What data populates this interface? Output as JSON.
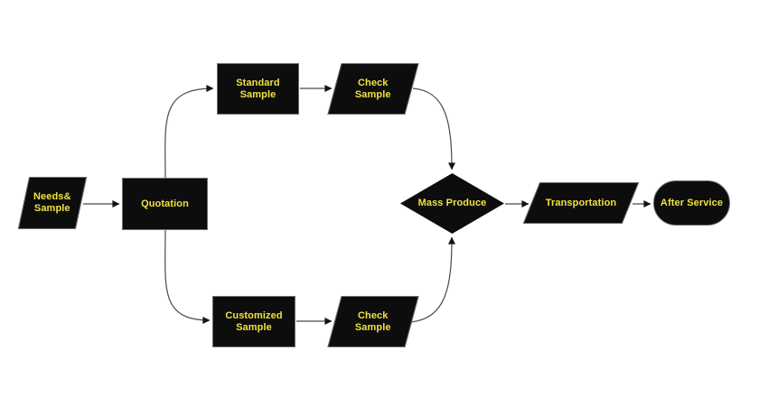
{
  "diagram": {
    "type": "flowchart",
    "colors": {
      "background": "#ffffff",
      "node_fill": "#0d0d0d",
      "node_border": "#6e6e6e",
      "label_text": "#f0e23e",
      "connector": "#4a4a4a",
      "arrowhead": "#141414"
    }
  },
  "nodes": {
    "needs_sample": {
      "label": "Needs&\nSample",
      "shape": "parallelogram"
    },
    "quotation": {
      "label": "Quotation",
      "shape": "rectangle"
    },
    "standard_sample": {
      "label": "Standard\nSample",
      "shape": "rectangle"
    },
    "check_sample_top": {
      "label": "Check\nSample",
      "shape": "parallelogram"
    },
    "customized_sample": {
      "label": "Customized\nSample",
      "shape": "rectangle"
    },
    "check_sample_bottom": {
      "label": "Check\nSample",
      "shape": "parallelogram"
    },
    "mass_produce": {
      "label": "Mass Produce",
      "shape": "diamond"
    },
    "transportation": {
      "label": "Transportation",
      "shape": "parallelogram"
    },
    "after_service": {
      "label": "After Service",
      "shape": "terminator"
    }
  },
  "edges": [
    {
      "from": "needs_sample",
      "to": "quotation"
    },
    {
      "from": "quotation",
      "to": "standard_sample"
    },
    {
      "from": "quotation",
      "to": "customized_sample"
    },
    {
      "from": "standard_sample",
      "to": "check_sample_top"
    },
    {
      "from": "customized_sample",
      "to": "check_sample_bottom"
    },
    {
      "from": "check_sample_top",
      "to": "mass_produce"
    },
    {
      "from": "check_sample_bottom",
      "to": "mass_produce"
    },
    {
      "from": "mass_produce",
      "to": "transportation"
    },
    {
      "from": "transportation",
      "to": "after_service"
    }
  ]
}
